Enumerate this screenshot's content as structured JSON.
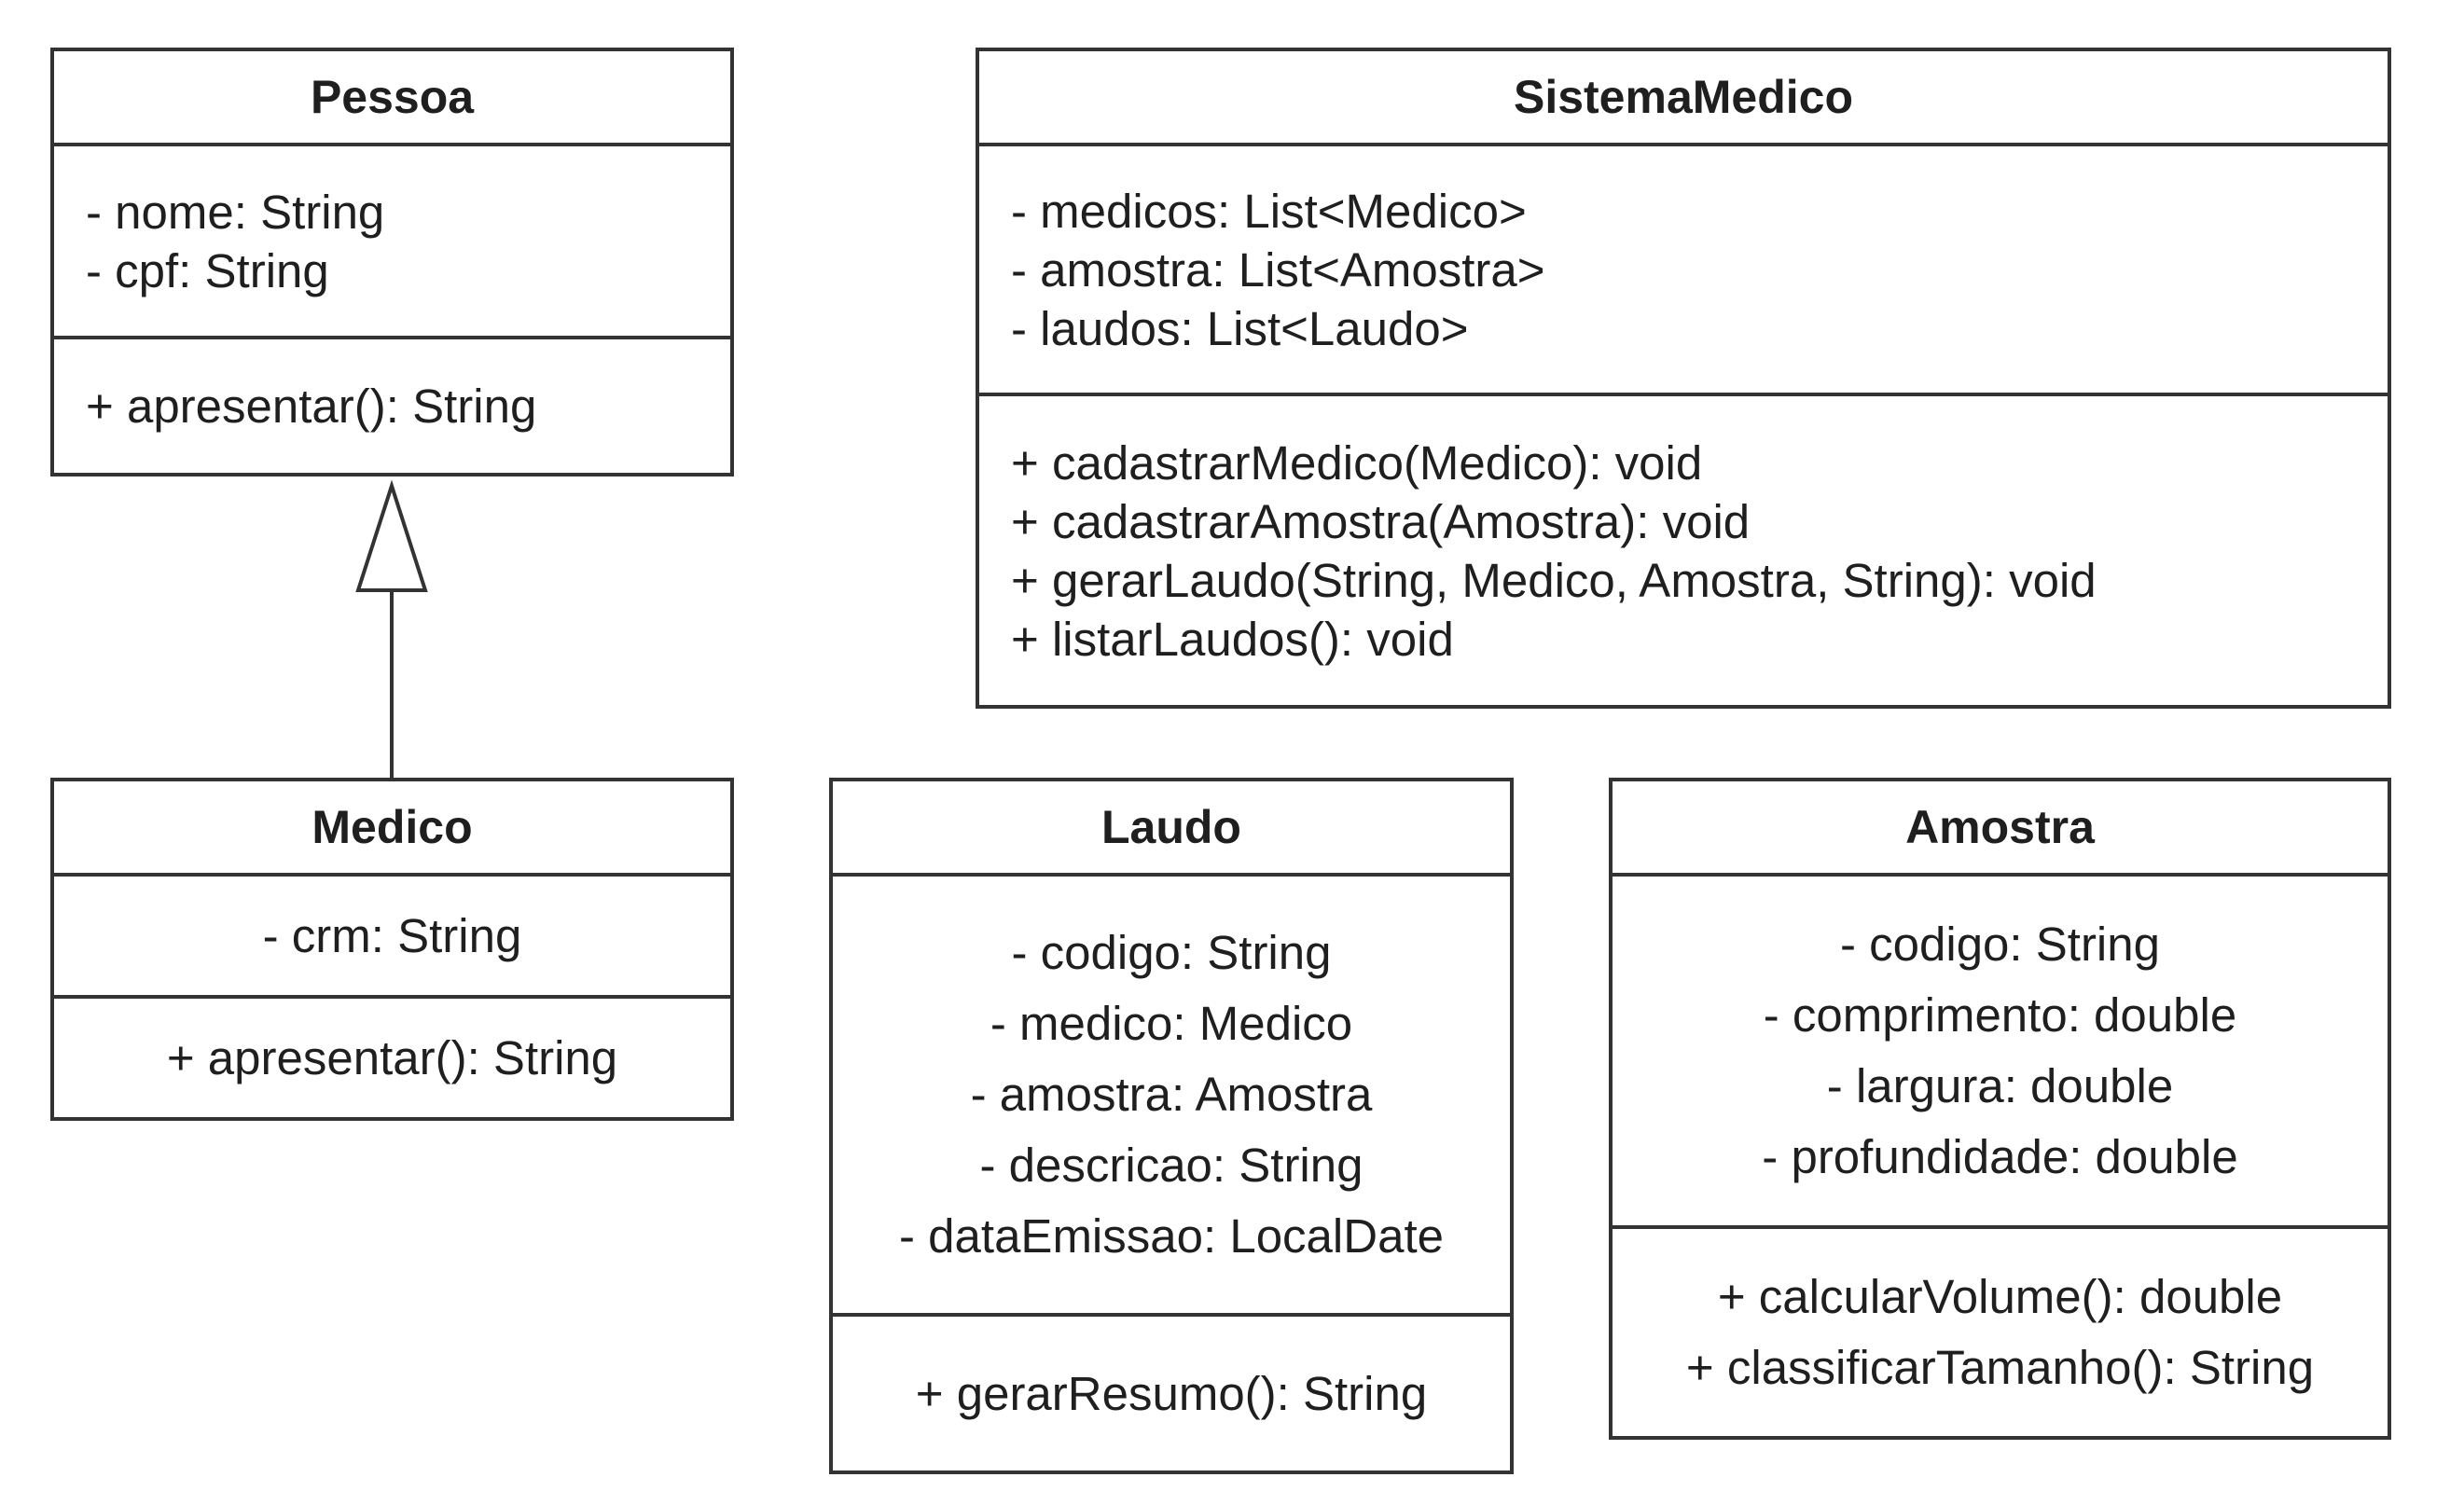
{
  "diagram": {
    "classes": {
      "pessoa": {
        "name": "Pessoa",
        "attributes": [
          "- nome: String",
          "- cpf: String"
        ],
        "operations": [
          "+ apresentar(): String"
        ]
      },
      "sistema_medico": {
        "name": "SistemaMedico",
        "attributes": [
          "- medicos: List<Medico>",
          "- amostra: List<Amostra>",
          "- laudos: List<Laudo>"
        ],
        "operations": [
          "+ cadastrarMedico(Medico): void",
          "+ cadastrarAmostra(Amostra): void",
          "+ gerarLaudo(String, Medico, Amostra, String): void",
          "+ listarLaudos(): void"
        ]
      },
      "medico": {
        "name": "Medico",
        "attributes": [
          "- crm: String"
        ],
        "operations": [
          "+ apresentar(): String"
        ]
      },
      "laudo": {
        "name": "Laudo",
        "attributes": [
          "- codigo: String",
          "- medico: Medico",
          "- amostra: Amostra",
          "- descricao: String",
          "- dataEmissao: LocalDate"
        ],
        "operations": [
          "+ gerarResumo(): String"
        ]
      },
      "amostra": {
        "name": "Amostra",
        "attributes": [
          "- codigo: String",
          "- comprimento: double",
          "- largura: double",
          "- profundidade: double"
        ],
        "operations": [
          "+ calcularVolume(): double",
          "+ classificarTamanho(): String"
        ]
      }
    },
    "relations": [
      {
        "type": "generalization",
        "from": "Medico",
        "to": "Pessoa"
      }
    ],
    "colors": {
      "stroke": "#333333",
      "text": "#1f1f1f",
      "background": "#ffffff"
    }
  }
}
